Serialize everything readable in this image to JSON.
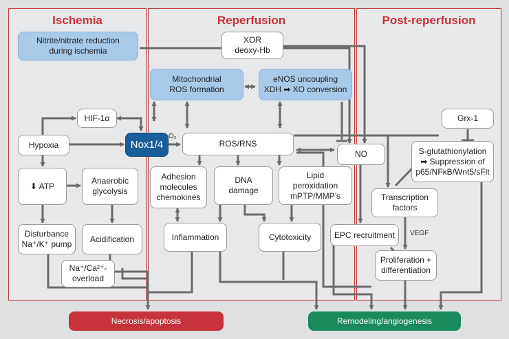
{
  "colors": {
    "title_red": "#c8323a",
    "blue_box": "#a9c9e8",
    "nox_box": "#1a5e99",
    "necrosis_pill": "#c8323a",
    "remodeling_pill": "#1a8a5c",
    "arrow": "#6b6b6b"
  },
  "panels": {
    "ischemia": "Ischemia",
    "reperfusion": "Reperfusion",
    "post": "Post-reperfusion"
  },
  "nodes": {
    "nitrite": "Nitrite/nitrate reduction\nduring ischemia",
    "xor": "XOR\ndeoxy-Hb",
    "mito": "Mitochondrial\nROS formation",
    "enos": "eNOS uncoupling\nXDH ➡ XO conversion",
    "hif": "HIF-1α",
    "hypoxia": "Hypoxia",
    "nox": "Nox1/4",
    "ros": "ROS/RNS",
    "no": "NO",
    "grx": "Grx-1",
    "sglut": "S-glutathionylation\n➡ Suppression of\np65/NFκB/Wnt5/sFlt",
    "atp": "⬇ ATP",
    "anaerobic": "Anaerobic\nglycolysis",
    "adhesion": "Adhesion\nmolecules\nchemokines",
    "dna": "DNA\ndamage",
    "lipid": "Lipid\nperoxidation\nmPTP/MMP’s",
    "tf": "Transcription\nfactors",
    "disturbance": "Disturbance\nNa⁺/K⁺ pump",
    "acidification": "Acidification",
    "inflammation": "Inflammation",
    "cytotoxicity": "Cytotoxicity",
    "epc": "EPC recruitment",
    "prolif": "Proliferation +\ndifferentiation",
    "naca": "Na⁺/Ca²⁺-\noverload"
  },
  "labels": {
    "o2": "O₂",
    "vegf": "VEGF"
  },
  "outcomes": {
    "necrosis": "Necrosis/apoptosis",
    "remodeling": "Remodeling/angiogenesis"
  }
}
